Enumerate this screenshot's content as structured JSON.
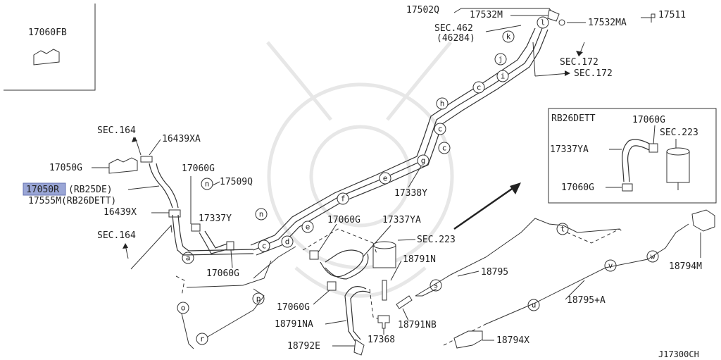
{
  "diagram_id": "J17300CH",
  "labels": {
    "p17060FB": "17060FB",
    "p17502Q": "17502Q",
    "p17532M": "17532M",
    "p17511": "17511",
    "p17532MA": "17532MA",
    "sec462": "SEC.462",
    "sec462sub": "(46284)",
    "sec172a": "SEC.172",
    "sec172b": "SEC.172",
    "sec164a": "SEC.164",
    "p16439XA": "16439XA",
    "p17050G": "17050G",
    "p17060G_a": "17060G",
    "p17509Q": "17509Q",
    "p17050R": "17050R",
    "p17050R_suffix": "(RB25DE)",
    "p17555M": "17555M(RB26DETT)",
    "p16439X": "16439X",
    "p17337Y": "17337Y",
    "sec164b": "SEC.164",
    "p17060G_b": "17060G",
    "p17060G_c": "17060G",
    "p17337YA_a": "17337YA",
    "sec223a": "SEC.223",
    "p18791N": "18791N",
    "p18795": "18795",
    "p17060G_d": "17060G",
    "p18791NA": "18791NA",
    "p18791NB": "18791NB",
    "p17368": "17368",
    "p18792E": "18792E",
    "p18794X": "18794X",
    "p18795A": "18795+A",
    "p18794M": "18794M",
    "p17338Y": "17338Y",
    "inset_title": "RB26DETT",
    "inset_17060G_a": "17060G",
    "inset_sec223": "SEC.223",
    "inset_17337YA": "17337YA",
    "inset_17060G_b": "17060G"
  },
  "callouts": {
    "a": "a",
    "c": "c",
    "d": "d",
    "e": "e",
    "f": "f",
    "g": "g",
    "h": "h",
    "i": "i",
    "j": "j",
    "k": "k",
    "l": "l",
    "n": "n",
    "o": "o",
    "p": "p",
    "r": "r",
    "t": "t",
    "u": "u",
    "v": "v",
    "w": "w",
    "s": "s"
  }
}
